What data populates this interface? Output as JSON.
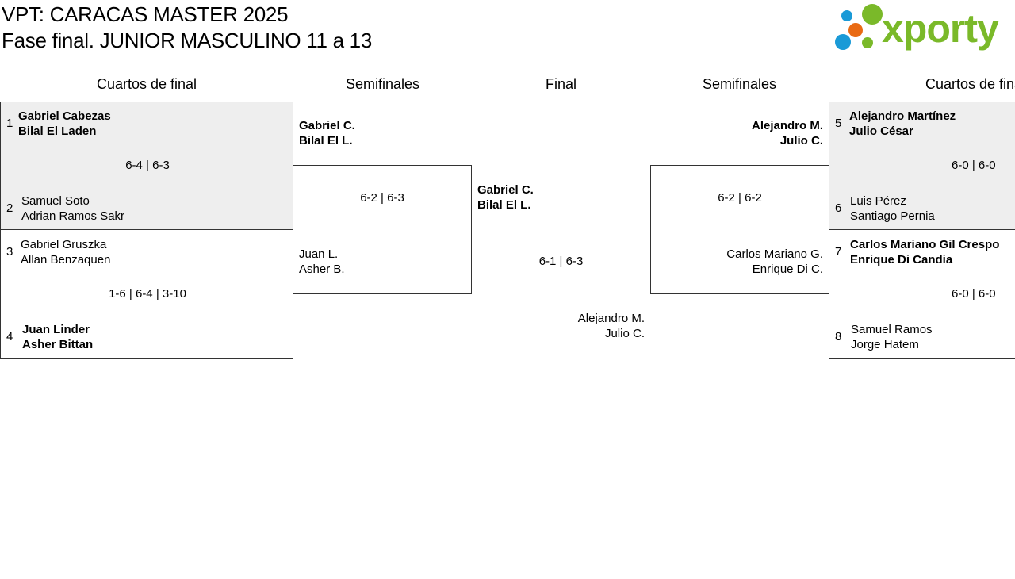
{
  "header": {
    "title": "VPT: CARACAS MASTER 2025",
    "subtitle": "Fase final. JUNIOR MASCULINO 11 a 13",
    "logo_text": "xporty"
  },
  "colors": {
    "logo_green": "#7ab929",
    "logo_blue": "#1a9ad7",
    "logo_orange": "#e96a13",
    "box_gray": "#eeeeee"
  },
  "rounds": [
    "Cuartos de final",
    "Semifinales",
    "Final",
    "Semifinales",
    "Cuartos de final"
  ],
  "quarters": [
    {
      "score": "6-4 | 6-3",
      "top": {
        "seed": "1",
        "p1": "Gabriel Cabezas",
        "p2": "Bilal El Laden"
      },
      "bottom": {
        "seed": "2",
        "p1": "Samuel Soto",
        "p2": "Adrian Ramos Sakr"
      }
    },
    {
      "score": "1-6 | 6-4 | 3-10",
      "top": {
        "seed": "3",
        "p1": "Gabriel Gruszka",
        "p2": "Allan Benzaquen"
      },
      "bottom": {
        "seed": "4",
        "p1": "Juan Linder",
        "p2": "Asher Bittan"
      }
    },
    {
      "score": "6-0 | 6-0",
      "top": {
        "seed": "5",
        "p1": "Alejandro Martínez",
        "p2": "Julio César"
      },
      "bottom": {
        "seed": "6",
        "p1": "Luis Pérez",
        "p2": "Santiago Pernia"
      }
    },
    {
      "score": "6-0 | 6-0",
      "top": {
        "seed": "7",
        "p1": "Carlos Mariano Gil Crespo",
        "p2": "Enrique Di Candia"
      },
      "bottom": {
        "seed": "8",
        "p1": "Samuel Ramos",
        "p2": "Jorge Hatem"
      }
    }
  ],
  "semis": [
    {
      "score": "6-2 | 6-3",
      "top": {
        "p1": "Gabriel C.",
        "p2": "Bilal El L."
      },
      "bottom": {
        "p1": "Juan L.",
        "p2": "Asher B."
      }
    },
    {
      "score": "6-2 | 6-2",
      "top": {
        "p1": "Alejandro M.",
        "p2": "Julio C."
      },
      "bottom": {
        "p1": "Carlos Mariano G.",
        "p2": "Enrique Di C."
      }
    }
  ],
  "final": {
    "score": "6-1 | 6-3",
    "top": {
      "p1": "Gabriel C.",
      "p2": "Bilal El L."
    },
    "bottom": {
      "p1": "Alejandro M.",
      "p2": "Julio C."
    }
  }
}
